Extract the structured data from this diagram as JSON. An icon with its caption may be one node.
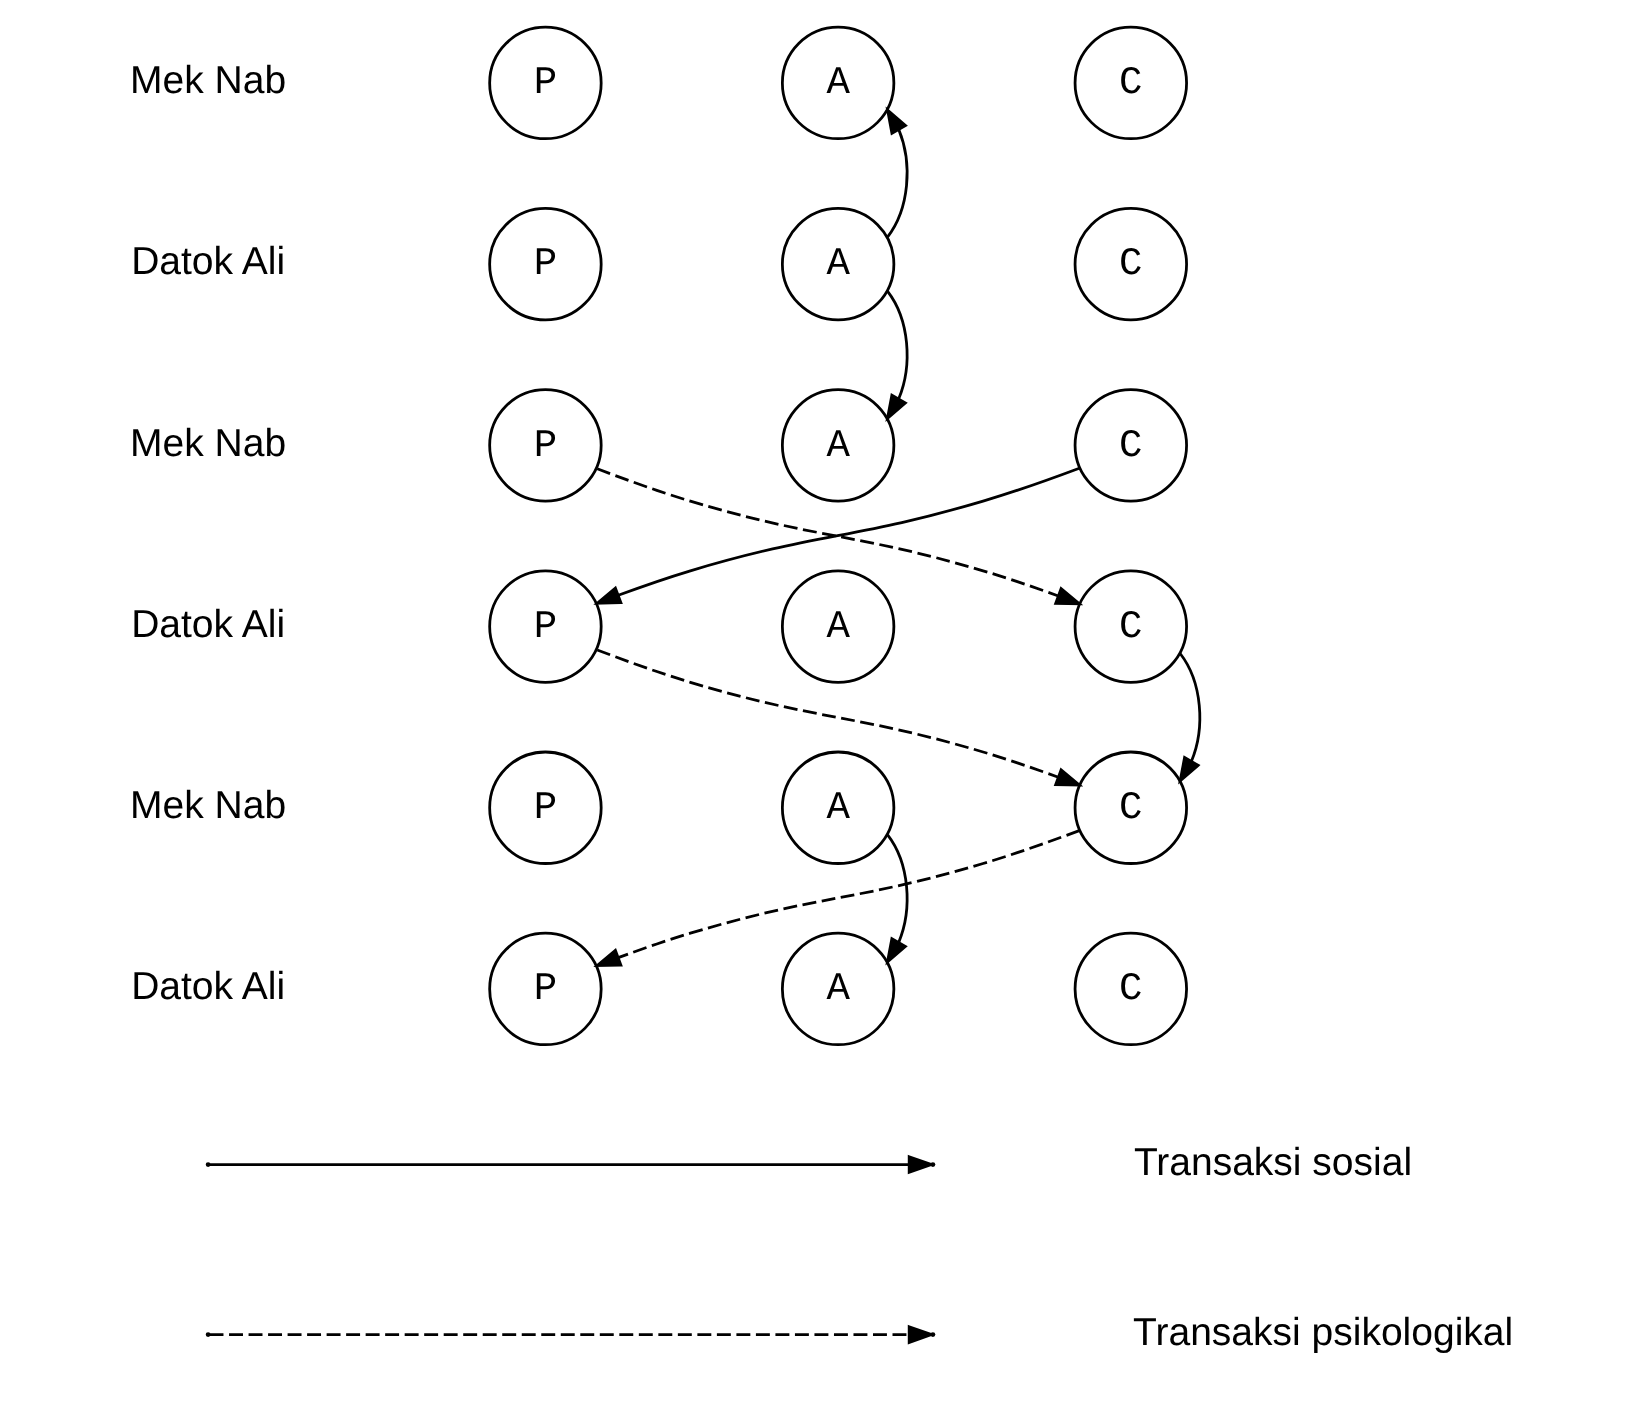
{
  "diagram": {
    "nodes": [
      {
        "text": [
          "P"
        ]
      },
      {
        "text": [
          "A"
        ]
      },
      {
        "text": [
          "C"
        ]
      },
      {
        "text": [
          "P"
        ]
      },
      {
        "text": [
          "A"
        ]
      },
      {
        "text": [
          "C"
        ]
      },
      {
        "text": [
          "P"
        ]
      },
      {
        "text": [
          "A"
        ]
      },
      {
        "text": [
          "C"
        ]
      },
      {
        "text": [
          "P"
        ]
      },
      {
        "text": [
          "A"
        ]
      },
      {
        "text": [
          "C"
        ]
      },
      {
        "text": [
          "P"
        ]
      },
      {
        "text": [
          "A"
        ]
      },
      {
        "text": [
          "C"
        ]
      },
      {
        "text": [
          "P"
        ]
      },
      {
        "text": [
          "A"
        ]
      },
      {
        "text": [
          "C"
        ]
      }
    ],
    "edges": [
      {
        "from": 4,
        "to": 1,
        "arrow": "to"
      },
      {
        "from": 4,
        "to": 7,
        "arrow": "to"
      },
      {
        "from": 6,
        "to": 11,
        "arrow": "to",
        "style": "dashed"
      },
      {
        "from": 8,
        "to": 9,
        "arrow": "to"
      },
      {
        "from": 9,
        "to": 14,
        "arrow": "to",
        "style": "dashed"
      },
      {
        "from": 11,
        "to": 14,
        "arrow": "to"
      },
      {
        "from": 13,
        "to": 16,
        "arrow": "to"
      },
      {
        "from": 14,
        "to": 15,
        "arrow": "to",
        "style": "dashed"
      }
    ],
    "labels": [
      "Mek Nab",
      "Datok Ali",
      "Mek Nab",
      "Datok Ali",
      "Mek Nab",
      "Datok Ali"
    ],
    "legend": [
      {
        "text": "Transaksi sosial"
      },
      {
        "text": "Transaksi psikologikal"
      }
    ]
  }
}
